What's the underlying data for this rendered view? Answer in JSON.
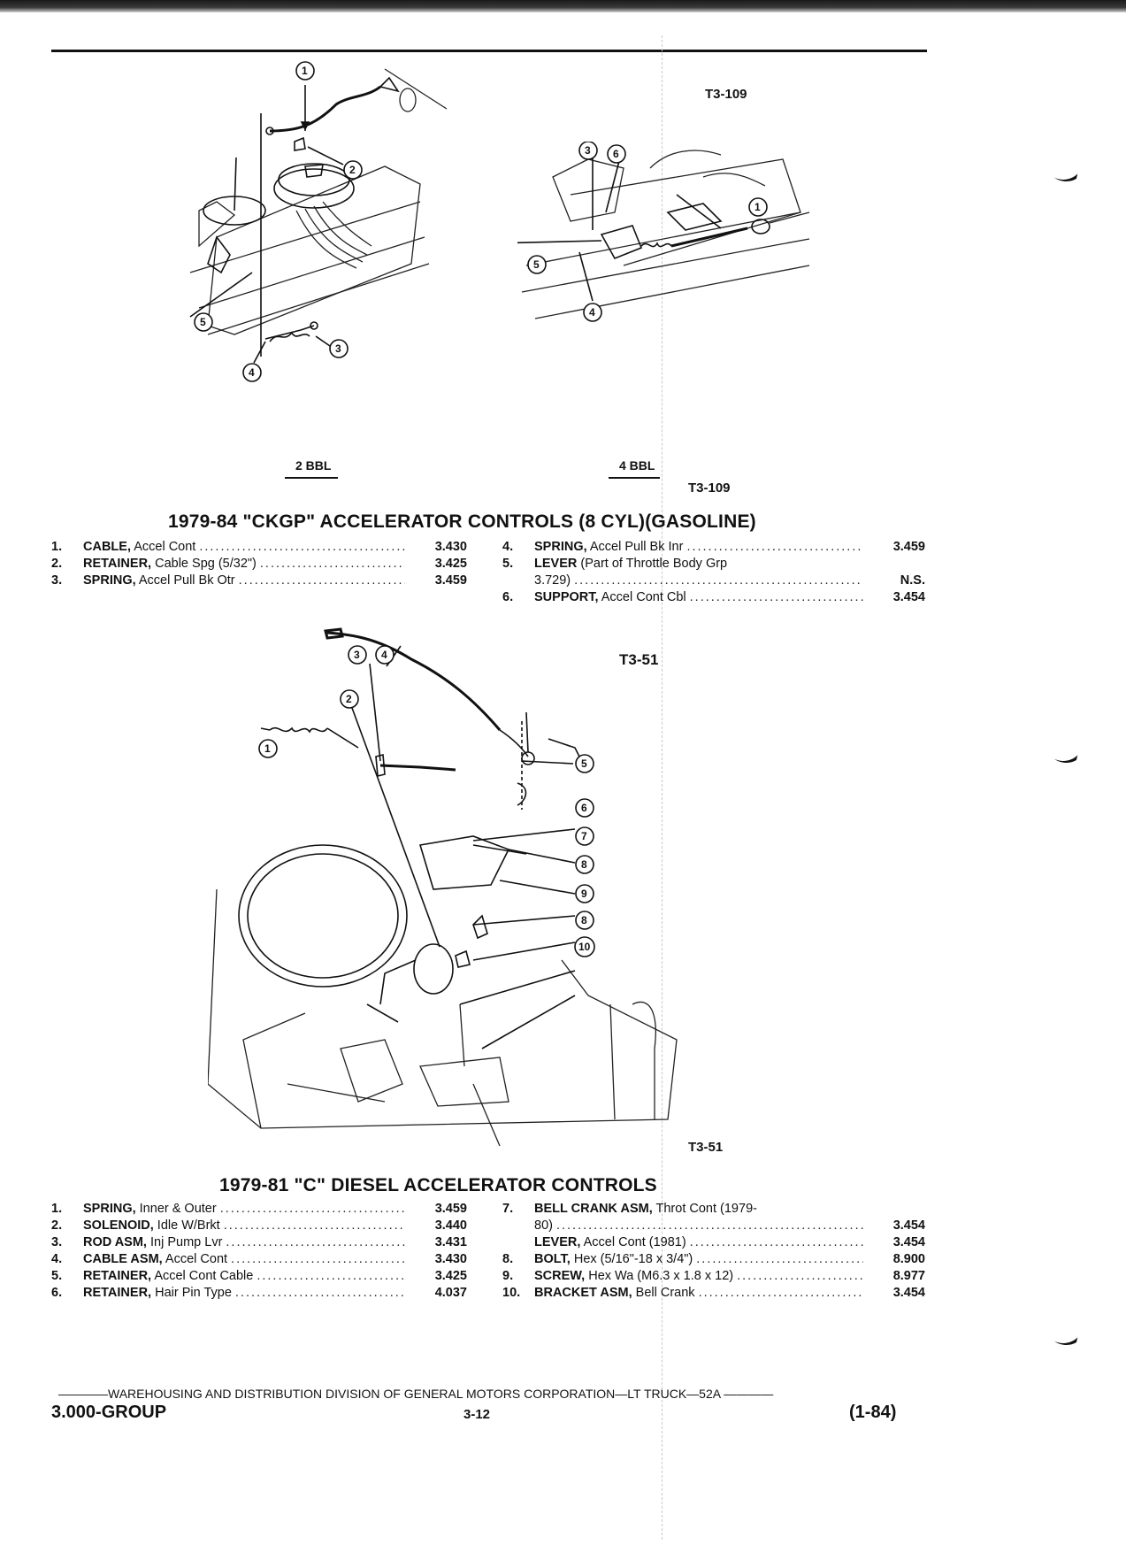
{
  "figures": {
    "top": {
      "tag_top": "T3-109",
      "tag_bottom": "T3-109",
      "left_caption": "2 BBL",
      "right_caption": "4 BBL",
      "left_callouts": [
        "1",
        "2",
        "3",
        "4",
        "5"
      ],
      "right_callouts": [
        "1",
        "3",
        "4",
        "5",
        "6"
      ]
    },
    "middle": {
      "tag_top": "T3-51",
      "tag_bottom": "T3-51",
      "callouts": [
        "1",
        "2",
        "3",
        "4",
        "5",
        "6",
        "7",
        "8",
        "9",
        "8",
        "10"
      ]
    }
  },
  "sections": [
    {
      "title": "1979-84 \"CKGP\" ACCELERATOR CONTROLS (8 CYL)(GASOLINE)",
      "left_items": [
        {
          "num": "1.",
          "part": "CABLE,",
          "desc": "Accel Cont",
          "code": "3.430"
        },
        {
          "num": "2.",
          "part": "RETAINER,",
          "desc": "Cable Spg (5/32\")",
          "code": "3.425"
        },
        {
          "num": "3.",
          "part": "SPRING,",
          "desc": "Accel Pull Bk Otr",
          "code": "3.459"
        }
      ],
      "right_items": [
        {
          "num": "4.",
          "part": "SPRING,",
          "desc": "Accel Pull Bk Inr",
          "code": "3.459"
        },
        {
          "num": "5.",
          "part": "LEVER",
          "desc": "(Part of Throttle Body Grp",
          "code": ""
        },
        {
          "num": "",
          "part": "",
          "desc": "3.729)",
          "code": "N.S."
        },
        {
          "num": "6.",
          "part": "SUPPORT,",
          "desc": "Accel Cont Cbl",
          "code": "3.454"
        }
      ]
    },
    {
      "title": "1979-81 \"C\" DIESEL ACCELERATOR CONTROLS",
      "left_items": [
        {
          "num": "1.",
          "part": "SPRING,",
          "desc": "Inner & Outer",
          "code": "3.459"
        },
        {
          "num": "2.",
          "part": "SOLENOID,",
          "desc": "Idle W/Brkt",
          "code": "3.440"
        },
        {
          "num": "3.",
          "part": "ROD ASM,",
          "desc": "Inj Pump Lvr",
          "code": "3.431"
        },
        {
          "num": "4.",
          "part": "CABLE ASM,",
          "desc": "Accel Cont",
          "code": "3.430"
        },
        {
          "num": "5.",
          "part": "RETAINER,",
          "desc": "Accel Cont Cable",
          "code": "3.425"
        },
        {
          "num": "6.",
          "part": "RETAINER,",
          "desc": "Hair Pin Type",
          "code": "4.037"
        }
      ],
      "right_items": [
        {
          "num": "7.",
          "part": "BELL CRANK ASM,",
          "desc": "Throt Cont (1979-",
          "code": ""
        },
        {
          "num": "",
          "part": "",
          "desc": "80)",
          "code": "3.454"
        },
        {
          "num": "",
          "part": "LEVER,",
          "desc": "Accel Cont (1981)",
          "code": "3.454"
        },
        {
          "num": "8.",
          "part": "BOLT,",
          "desc": "Hex (5/16\"-18 x 3/4\")",
          "code": "8.900"
        },
        {
          "num": "9.",
          "part": "SCREW,",
          "desc": "Hex Wa (M6.3 x 1.8 x 12)",
          "code": "8.977"
        },
        {
          "num": "10.",
          "part": "BRACKET ASM,",
          "desc": "Bell Crank",
          "code": "3.454"
        }
      ]
    }
  ],
  "footer": {
    "line": "————WAREHOUSING AND DISTRIBUTION DIVISION OF GENERAL MOTORS CORPORATION—LT TRUCK—52A ————",
    "group": "3.000-GROUP",
    "page": "3-12",
    "date": "(1-84)"
  }
}
